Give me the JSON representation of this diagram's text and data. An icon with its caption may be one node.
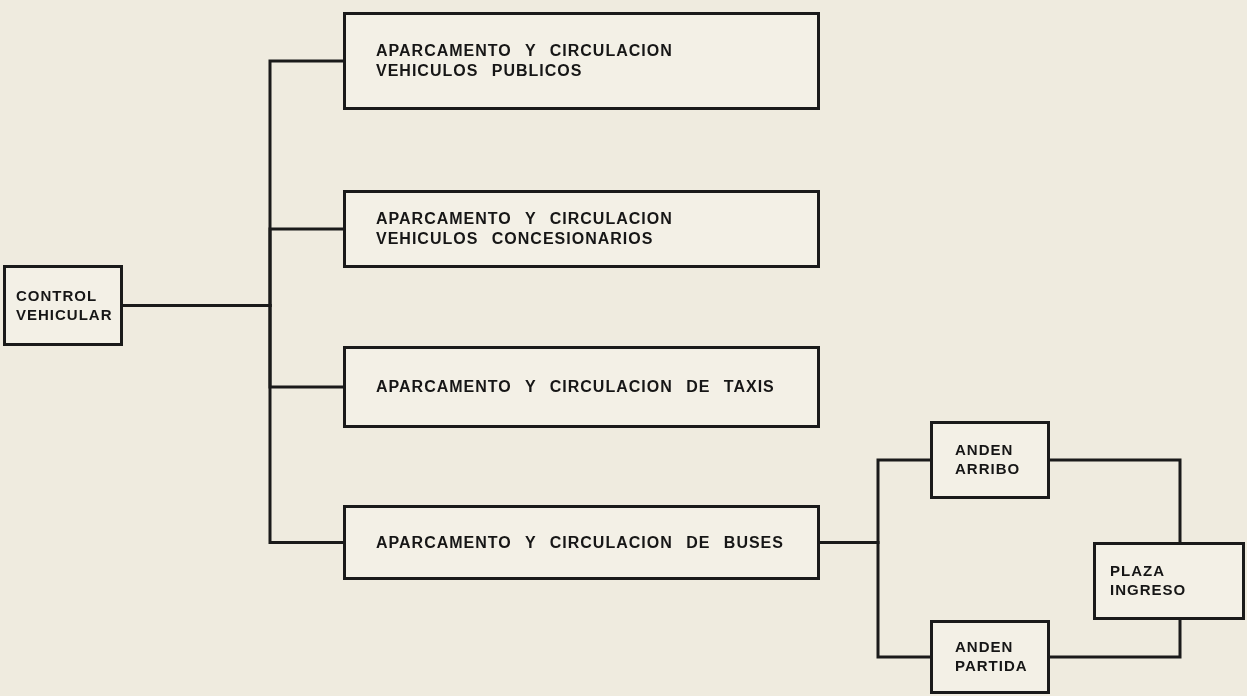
{
  "diagram": {
    "nodes": [
      {
        "text": [
          "CONTROL VEHICULAR"
        ]
      },
      {
        "text": [
          "APARCAMENTO Y CIRCULACION VEHICULOS PUBLICOS"
        ]
      },
      {
        "text": [
          "APARCAMENTO Y CIRCULACION VEHICULOS CONCESIONARIOS"
        ]
      },
      {
        "text": [
          "APARCAMENTO Y CIRCULACION DE TAXIS"
        ]
      },
      {
        "text": [
          "APARCAMENTO Y CIRCULACION DE BUSES"
        ]
      },
      {
        "text": [
          "ANDEN ARRIBO"
        ]
      },
      {
        "text": [
          "ANDEN PARTIDA"
        ]
      },
      {
        "text": [
          "PLAZA INGRESO"
        ]
      }
    ],
    "edges": [
      {
        "from": 0,
        "to": 1,
        "arrow": "none"
      },
      {
        "from": 0,
        "to": 2,
        "arrow": "none"
      },
      {
        "from": 0,
        "to": 3,
        "arrow": "none"
      },
      {
        "from": 0,
        "to": 4,
        "arrow": "none"
      },
      {
        "from": 4,
        "to": 5,
        "arrow": "none"
      },
      {
        "from": 4,
        "to": 6,
        "arrow": "none"
      },
      {
        "from": 5,
        "to": 7,
        "arrow": "none"
      },
      {
        "from": 6,
        "to": 7,
        "arrow": "none"
      }
    ]
  }
}
